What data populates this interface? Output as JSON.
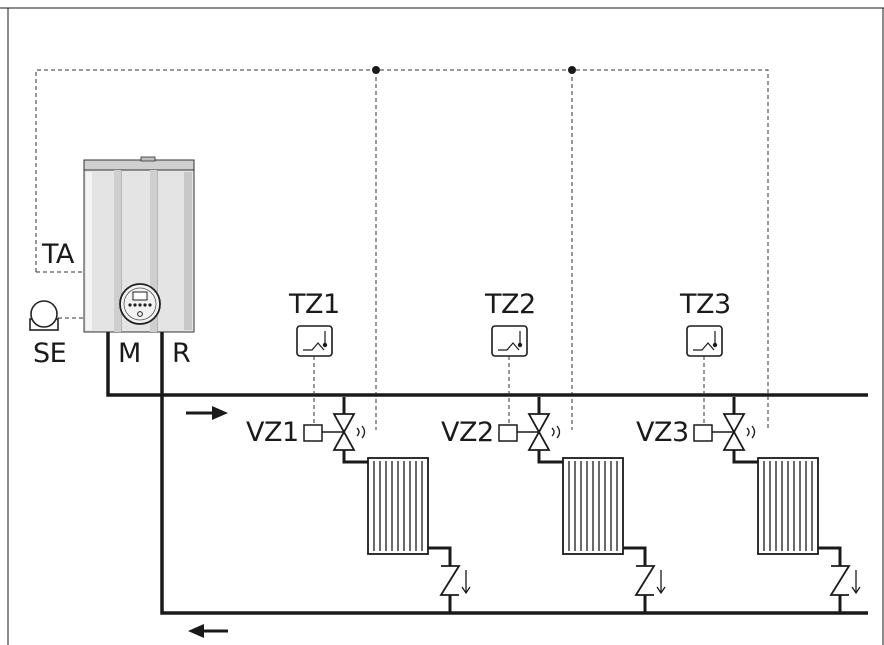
{
  "labels": {
    "ta": "TA",
    "se": "SE",
    "m": "M",
    "r": "R",
    "zones": [
      {
        "thermostat": "TZ1",
        "valve": "VZ1"
      },
      {
        "thermostat": "TZ2",
        "valve": "VZ2"
      },
      {
        "thermostat": "TZ3",
        "valve": "VZ3"
      }
    ]
  },
  "colors": {
    "line": "#1a1a1a",
    "boiler_body": "#e4e4e4",
    "boiler_shade": "#bdbdbd",
    "radiator": "#ffffff"
  },
  "icons": {
    "boiler": "wall-boiler-icon",
    "external-sensor": "external-sensor-icon",
    "thermostat": "room-thermostat-icon",
    "zone-valve": "zone-valve-icon",
    "radiator": "radiator-icon",
    "lockshield": "lockshield-valve-icon",
    "flow-arrow": "flow-arrow-icon"
  }
}
